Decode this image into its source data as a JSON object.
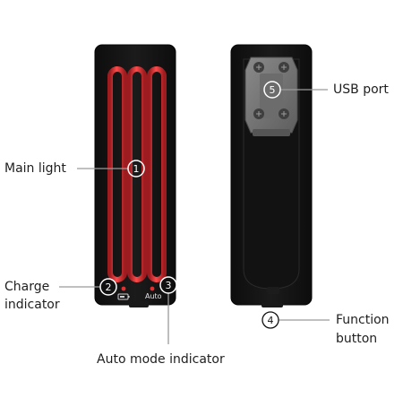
{
  "labels": {
    "main_light": "Main light",
    "charge_line1": "Charge",
    "charge_line2": "indicator",
    "auto_mode": "Auto mode indicator",
    "usb_port": "USB port",
    "function_line1": "Function",
    "function_line2": "button"
  },
  "markers": {
    "m1": "1",
    "m2": "2",
    "m3": "3",
    "m4": "4",
    "m5": "5"
  },
  "device_text": {
    "auto": "Auto"
  },
  "colors": {
    "device_body": "#141414",
    "light_red": "#e5383a",
    "indicator_red": "#e0302f",
    "mount_gray": "#7b7b7b",
    "callout_line": "#9a9a9a"
  },
  "icons": {
    "battery": "battery-icon",
    "screw": "screw-icon"
  }
}
